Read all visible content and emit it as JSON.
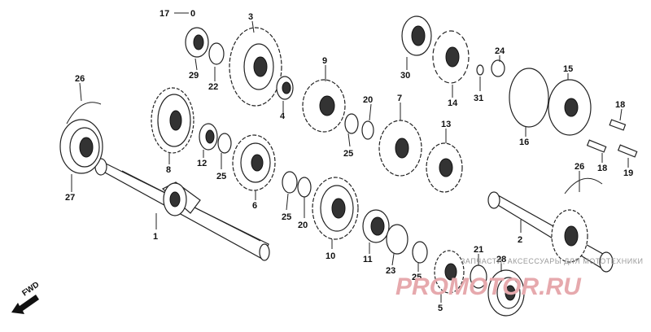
{
  "labels": [
    {
      "id": "17",
      "text": "17"
    },
    {
      "id": "3",
      "text": "3"
    },
    {
      "id": "29",
      "text": "29"
    },
    {
      "id": "22",
      "text": "22"
    },
    {
      "id": "9",
      "text": "9"
    },
    {
      "id": "4",
      "text": "4"
    },
    {
      "id": "30",
      "text": "30"
    },
    {
      "id": "14",
      "text": "14"
    },
    {
      "id": "24",
      "text": "24"
    },
    {
      "id": "31",
      "text": "31"
    },
    {
      "id": "15",
      "text": "15"
    },
    {
      "id": "16",
      "text": "16"
    },
    {
      "id": "18a",
      "text": "18"
    },
    {
      "id": "18b",
      "text": "18"
    },
    {
      "id": "19",
      "text": "19"
    },
    {
      "id": "26a",
      "text": "26"
    },
    {
      "id": "27",
      "text": "27"
    },
    {
      "id": "8",
      "text": "8"
    },
    {
      "id": "12",
      "text": "12"
    },
    {
      "id": "25a",
      "text": "25"
    },
    {
      "id": "6",
      "text": "6"
    },
    {
      "id": "25b",
      "text": "25"
    },
    {
      "id": "20a",
      "text": "20"
    },
    {
      "id": "25c",
      "text": "25"
    },
    {
      "id": "20b",
      "text": "20"
    },
    {
      "id": "7",
      "text": "7"
    },
    {
      "id": "13",
      "text": "13"
    },
    {
      "id": "10",
      "text": "10"
    },
    {
      "id": "11",
      "text": "11"
    },
    {
      "id": "23",
      "text": "23"
    },
    {
      "id": "25d",
      "text": "25"
    },
    {
      "id": "21",
      "text": "21"
    },
    {
      "id": "28",
      "text": "28"
    },
    {
      "id": "5",
      "text": "5"
    },
    {
      "id": "1",
      "text": "1"
    },
    {
      "id": "2",
      "text": "2"
    },
    {
      "id": "26b",
      "text": "26"
    }
  ],
  "callout_17_suffix": "0",
  "direction": "FWD",
  "watermark": {
    "caption": "ЗАПЧАСТИ, АКСЕССУАРЫ ДЛЯ МОТОТЕХНИКИ",
    "brand": "PROMOTOR.RU"
  }
}
